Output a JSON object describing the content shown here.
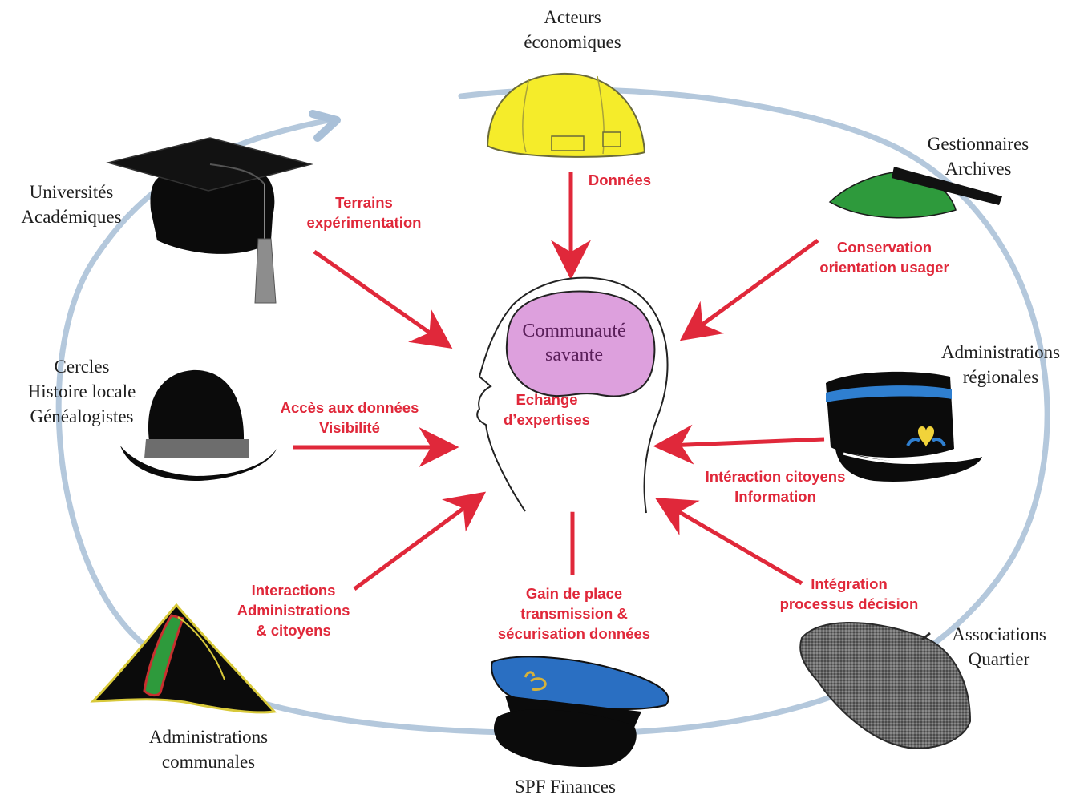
{
  "center": {
    "title_lines": [
      "Communauté",
      "savante"
    ],
    "subtitle_lines": [
      "Echange",
      "d’expertises"
    ]
  },
  "actors": {
    "acteurs": [
      "Acteurs",
      "économiques"
    ],
    "gestionnaires": [
      "Gestionnaires",
      "Archives"
    ],
    "regionales": [
      "Administrations",
      "régionales"
    ],
    "associations": [
      "Associations",
      "Quartier"
    ],
    "spf": [
      "SPF Finances"
    ],
    "communales": [
      "Administrations",
      "communales"
    ],
    "cercles": [
      "Cercles",
      "Histoire locale",
      "Généalogistes"
    ],
    "universites": [
      "Universités",
      "Académiques"
    ]
  },
  "flows": {
    "donnees": [
      "Données"
    ],
    "terrains": [
      "Terrains",
      "expérimentation"
    ],
    "conservation": [
      "Conservation",
      "orientation usager"
    ],
    "acces": [
      "Accès aux données",
      "Visibilité"
    ],
    "interaction": [
      "Intéraction citoyens",
      "Information"
    ],
    "interactions": [
      "Interactions",
      "Administrations",
      "& citoyens"
    ],
    "gain": [
      "Gain de place",
      "transmission &",
      "sécurisation données"
    ],
    "integration": [
      "Intégration",
      "processus décision"
    ]
  },
  "colors": {
    "arrow": "#e0283a",
    "cycle": "#b4c8dc",
    "brain": "#dda0dd",
    "helmet": "#f5ec2a",
    "visor": "#2e9a3c",
    "kepi_band": "#2f7fd0",
    "finance_cap": "#2a6fc2"
  },
  "icons": [
    "mortarboard-icon",
    "hard-hat-icon",
    "visor-cap-icon",
    "kepi-icon",
    "beret-icon",
    "peaked-cap-icon",
    "bicorne-icon",
    "bowler-hat-icon",
    "head-icon",
    "brain-icon"
  ]
}
